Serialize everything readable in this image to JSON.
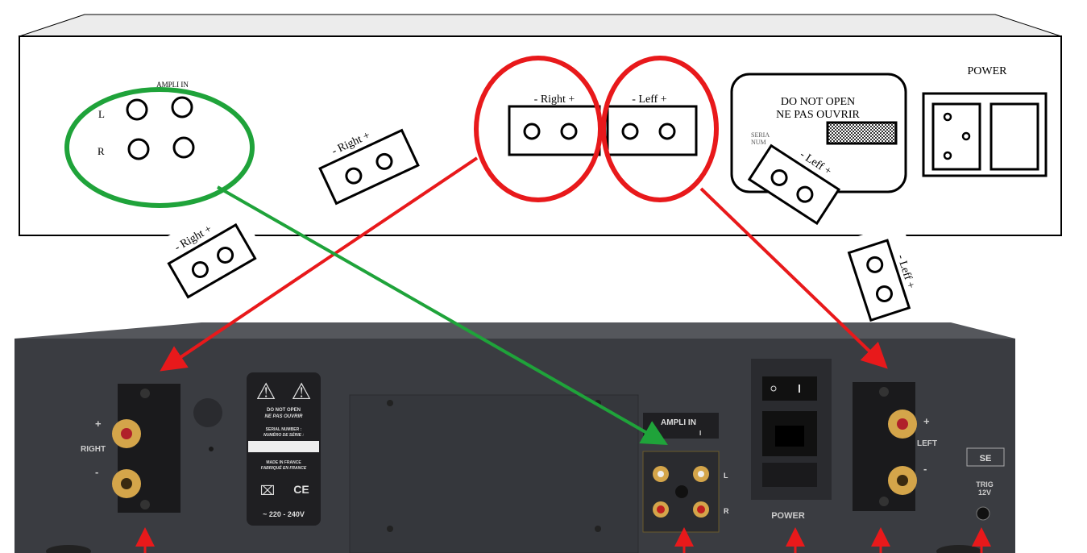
{
  "top_panel": {
    "ampli_in": {
      "title": "AMPLI IN",
      "left": "L",
      "right": "R"
    },
    "loose_connector_1": "- Right +",
    "loose_connector_2": "- Right +",
    "right_terminal": "- Right +",
    "left_terminal": "- Leff +",
    "warning": {
      "line1": "DO NOT OPEN",
      "line2": "NE PAS OUVRIR",
      "serial": "SERIA",
      "num": "NUM"
    },
    "loose_connector_3": "- Leff +",
    "loose_connector_4": "- Leff +",
    "power": "POWER"
  },
  "bottom_panel": {
    "right_plus": "+",
    "right_label": "RIGHT",
    "right_minus": "-",
    "label_sticker": {
      "line1": "DO NOT OPEN",
      "line2": "NE PAS OUVRIR",
      "line3": "SERIAL NUMBER :",
      "line4": "NUMÉRO DE SÉRIE :",
      "line5": "MADE IN FRANCE",
      "line6": "FABRIQUÉ EN FRANCE",
      "ce": "CE",
      "voltage": "~ 220 - 240V"
    },
    "ampli_in": {
      "title": "AMPLI IN",
      "sub": "I",
      "left": "L",
      "right": "R"
    },
    "power": "POWER",
    "left_plus": "+",
    "left_label": "LEFT",
    "left_minus": "-",
    "se": "SE",
    "trig": "TRIG",
    "trig_v": "12V"
  },
  "colors": {
    "green": "#1fa33a",
    "red": "#e8191b",
    "device": "#3a3c41"
  }
}
